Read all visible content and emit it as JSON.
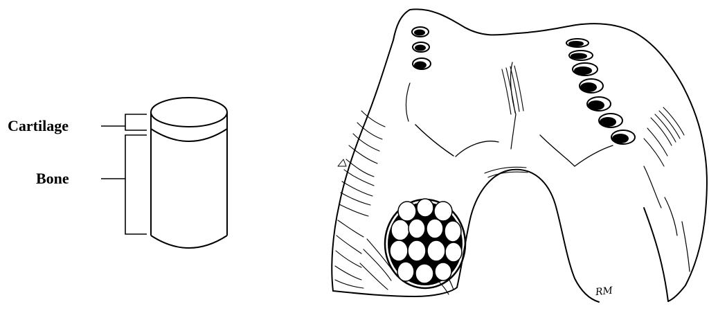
{
  "labels": {
    "cartilage": "Cartilage",
    "bone": "Bone"
  },
  "signature": "RM",
  "colors": {
    "ink": "#000000",
    "background": "#ffffff"
  }
}
